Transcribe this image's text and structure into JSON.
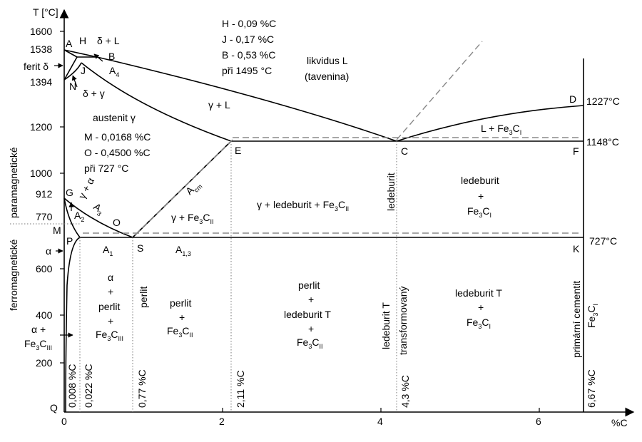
{
  "axes": {
    "y_title": "T [°C]",
    "x_title": "%C",
    "origin_label": "0",
    "y_ticks": [
      "1600",
      "1538",
      "1394",
      "1200",
      "1000",
      "912",
      "770",
      "600",
      "400",
      "200"
    ],
    "x_ticks": [
      "0",
      "2",
      "4",
      "6"
    ],
    "right_temps": [
      "1227°C",
      "1148°C",
      "727°C"
    ]
  },
  "points": {
    "A": "A",
    "H": "H",
    "B": "B",
    "J": "J",
    "N": "N",
    "D": "D",
    "E": "E",
    "C": "C",
    "F": "F",
    "G": "G",
    "M": "M",
    "O": "O",
    "P": "P",
    "S": "S",
    "K": "K",
    "Q": "Q"
  },
  "notes": {
    "h": "H - 0,09 %C",
    "j": "J - 0,17 %C",
    "b": "B - 0,53 %C",
    "temp": "při 1495 °C",
    "m": "M - 0,0168 %C",
    "o": "O - 0,4500 %C",
    "temp2": "při 727 °C"
  },
  "regions": {
    "delta_l": "δ + L",
    "ferit_delta": "ferit δ",
    "delta_gamma": "δ + γ",
    "liquid1": "likvidus L",
    "liquid2": "(tavenina)",
    "gamma_l": "γ + L",
    "austenite": "austenit γ",
    "l_fe3c_main": "L + Fe",
    "l_fe3c_sub": "3",
    "l_fe3c_tail": "C",
    "l_fe3c_sub2": "I",
    "gamma_alpha": "γ + α",
    "gamma_fe3c_main": "γ + Fe",
    "gamma_fe3c_sub": "3",
    "gamma_fe3c_tail": "C",
    "gamma_fe3c_sub2": "II",
    "gled_main": "γ + ledeburit + Fe",
    "gled_sub": "3",
    "gled_tail": "C",
    "gled_sub2": "II",
    "ledeburit_vertical": "ledeburit",
    "led_top1": "ledeburit",
    "led_top2": "+",
    "led_top3_main": "Fe",
    "led_top3_sub": "3",
    "led_top3_tail": "C",
    "led_top3_sub2": "I",
    "alpha": "α",
    "alpha_fe3c_1": "α +",
    "alpha_fe3c_2_main": "Fe",
    "alpha_fe3c_2_sub": "3",
    "alpha_fe3c_2_tail": "C",
    "alpha_fe3c_2_sub2": "III",
    "ap1": "α",
    "ap2": "+",
    "ap3": "perlit",
    "ap4": "+",
    "ap5_main": "Fe",
    "ap5_sub": "3",
    "ap5_tail": "C",
    "ap5_sub2": "III",
    "perlit_vertical": "perlit",
    "pf1": "perlit",
    "pf2": "+",
    "pf3_main": "Fe",
    "pf3_sub": "3",
    "pf3_tail": "C",
    "pf3_sub2": "II",
    "pl1": "perlit",
    "pl2": "+",
    "pl3": "ledeburit T",
    "pl4": "+",
    "pl5_main": "Fe",
    "pl5_sub": "3",
    "pl5_tail": "C",
    "pl5_sub2": "II",
    "ledT_vertical1": "ledeburit T",
    "ledT_vertical2": "transformovaný",
    "lt1": "ledeburit T",
    "lt2": "+",
    "lt3_main": "Fe",
    "lt3_sub": "3",
    "lt3_tail": "C",
    "lt3_sub2": "I",
    "primarni": "primární cementit",
    "fe3ci_main": "Fe",
    "fe3ci_sub": "3",
    "fe3ci_tail": "C",
    "fe3ci_sub2": "I",
    "ferro": "ferromagnetické",
    "para": "paramagnetické"
  },
  "lines": {
    "a1_main": "A",
    "a1_sub": "1",
    "a13_main": "A",
    "a13_sub": "1,3",
    "a2_main": "A",
    "a2_sub": "2",
    "a3_main": "A",
    "a3_sub": "3",
    "a4_main": "A",
    "a4_sub": "4",
    "acm_main": "A",
    "acm_sub": "cm"
  },
  "compositions": [
    "0,008 %C",
    "0,022 %C",
    "0,77 %C",
    "2,11 %C",
    "4,3 %C",
    "6,67 %C"
  ]
}
